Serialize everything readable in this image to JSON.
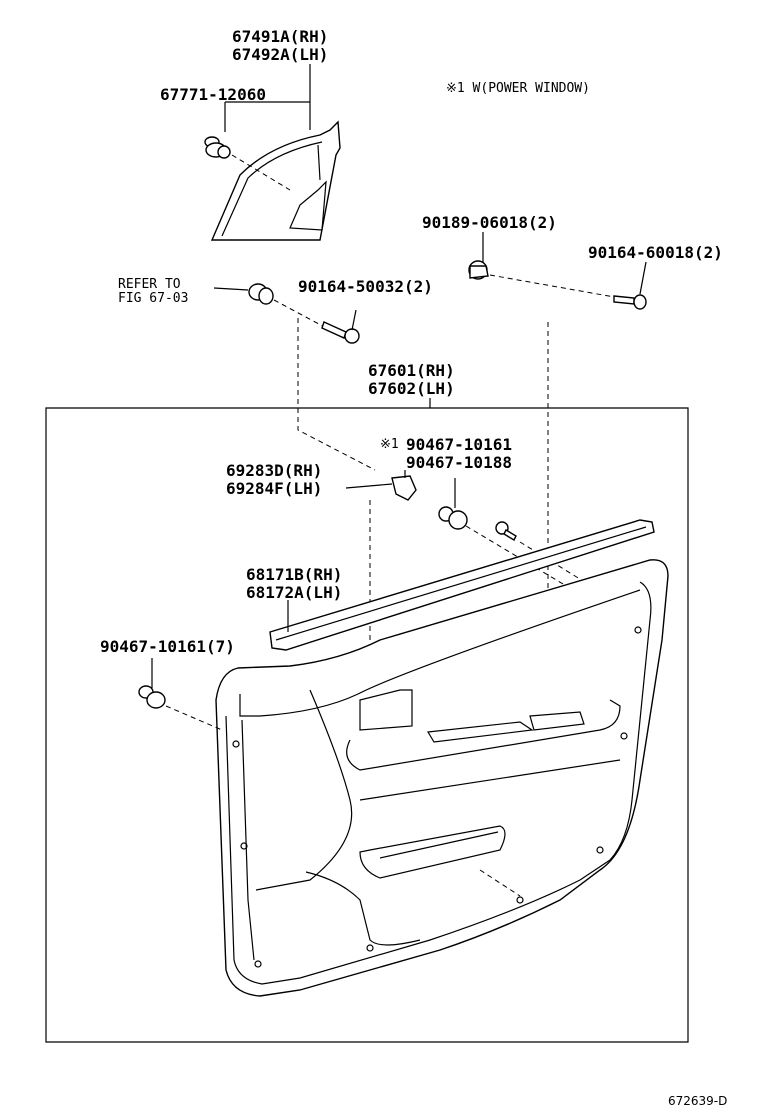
{
  "labels": {
    "molding_rh": "67491A(RH)",
    "molding_lh": "67492A(LH)",
    "clip_67771": "67771-12060",
    "power_window_note": "※1 W(POWER WINDOW)",
    "screw_90189": "90189-06018(2)",
    "screw_90164_60018": "90164-60018(2)",
    "refer_to": "REFER TO",
    "refer_fig": "FIG 67-03",
    "screw_90164_50032": "90164-50032(2)",
    "panel_rh": "67601(RH)",
    "panel_lh": "67602(LH)",
    "clip_note_mark": "※1",
    "clip_90467_10161": "90467-10161",
    "clip_90467_10188": "90467-10188",
    "cover_rh": "69283D(RH)",
    "cover_lh": "69284F(LH)",
    "weatherstrip_rh": "68171B(RH)",
    "weatherstrip_lh": "68172A(LH)",
    "clip_90467_10161_7": "90467-10161(7)"
  },
  "footer": {
    "figure_code": "672639-D"
  }
}
